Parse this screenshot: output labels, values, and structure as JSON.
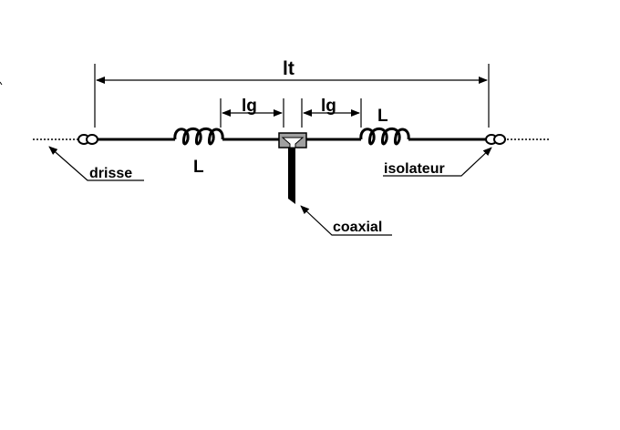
{
  "labels": {
    "total_length": "lt",
    "gap_left": "lg",
    "gap_right": "lg",
    "coil_left": "L",
    "coil_right": "L",
    "halyard": "drisse",
    "insulator": "isolateur",
    "coax": "coaxial"
  },
  "colors": {
    "line": "#000000",
    "feedpoint_fill": "#a0a0a0",
    "background": "#ffffff"
  }
}
